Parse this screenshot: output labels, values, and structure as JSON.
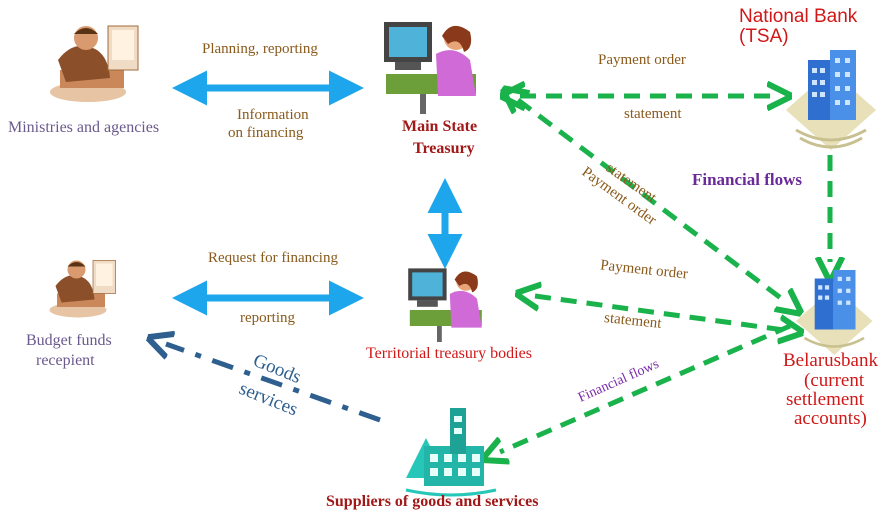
{
  "nodes": {
    "ministries": "Ministries and agencies",
    "main_treasury_line1": "Main State",
    "main_treasury_line2": "Treasury",
    "national_bank_line1": "National Bank",
    "national_bank_line2": "(TSA)",
    "budget_recipient_line1": "Budget funds",
    "budget_recipient_line2": "recepient",
    "territorial": "Territorial treasury bodies",
    "belarusbank_line1": "Belarusbank",
    "belarusbank_line2": "(current",
    "belarusbank_line3": "settlement",
    "belarusbank_line4": "accounts)",
    "suppliers": "Suppliers of goods and services"
  },
  "edges": {
    "planning_reporting": "Planning, reporting",
    "information_line1": "Information",
    "information_line2": "on financing",
    "request_financing": "Request for financing",
    "reporting": "reporting",
    "payment_order_top": "Payment order",
    "statement_top": "statement",
    "payment_order_mid": "Payment order",
    "statement_mid": "statement",
    "statement_diag": "statement",
    "payment_order_diag": "Payment order",
    "financial_flows_bold": "Financial flows",
    "financial_flows_diag": "Financial flows",
    "goods": "Goods",
    "services": "services"
  },
  "colors": {
    "blue_arrow": "#1ea6ec",
    "green_arrow": "#19b24b",
    "navy_arrow": "#2e5f8f",
    "red_text": "#d01818",
    "purple_text": "#6a2a9a"
  },
  "icons": [
    "businessman-desk-icon",
    "woman-computer-icon",
    "bank-building-icon",
    "factory-icon"
  ]
}
